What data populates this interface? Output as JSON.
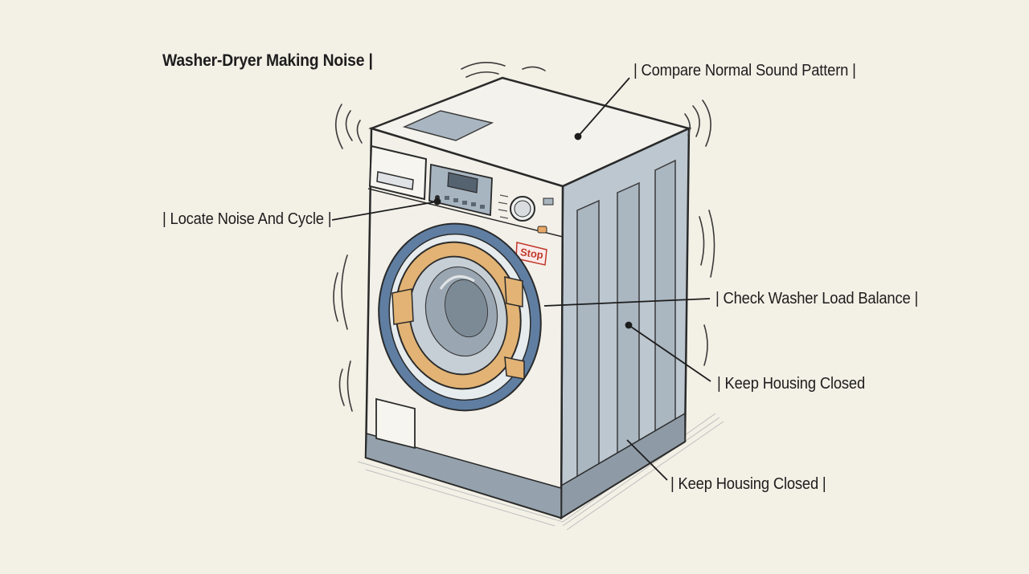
{
  "title": "Washer-Dryer Making Noise |",
  "callouts": {
    "compare": "| Compare Normal Sound Pattern |",
    "locate": "| Locate Noise And Cycle |",
    "balance": "| Check Washer Load Balance |",
    "housing_1": "| Keep Housing Closed",
    "housing_2": "| Keep Housing Closed |"
  },
  "machine": {
    "stop_label": "Stop"
  },
  "colors": {
    "background": "#f3f0e6",
    "body": "#f1efe7",
    "side_panel": "#b9c4cd",
    "door_ring": "#e2b374",
    "stop_red": "#c0392b",
    "ink": "#2a2a2a"
  }
}
